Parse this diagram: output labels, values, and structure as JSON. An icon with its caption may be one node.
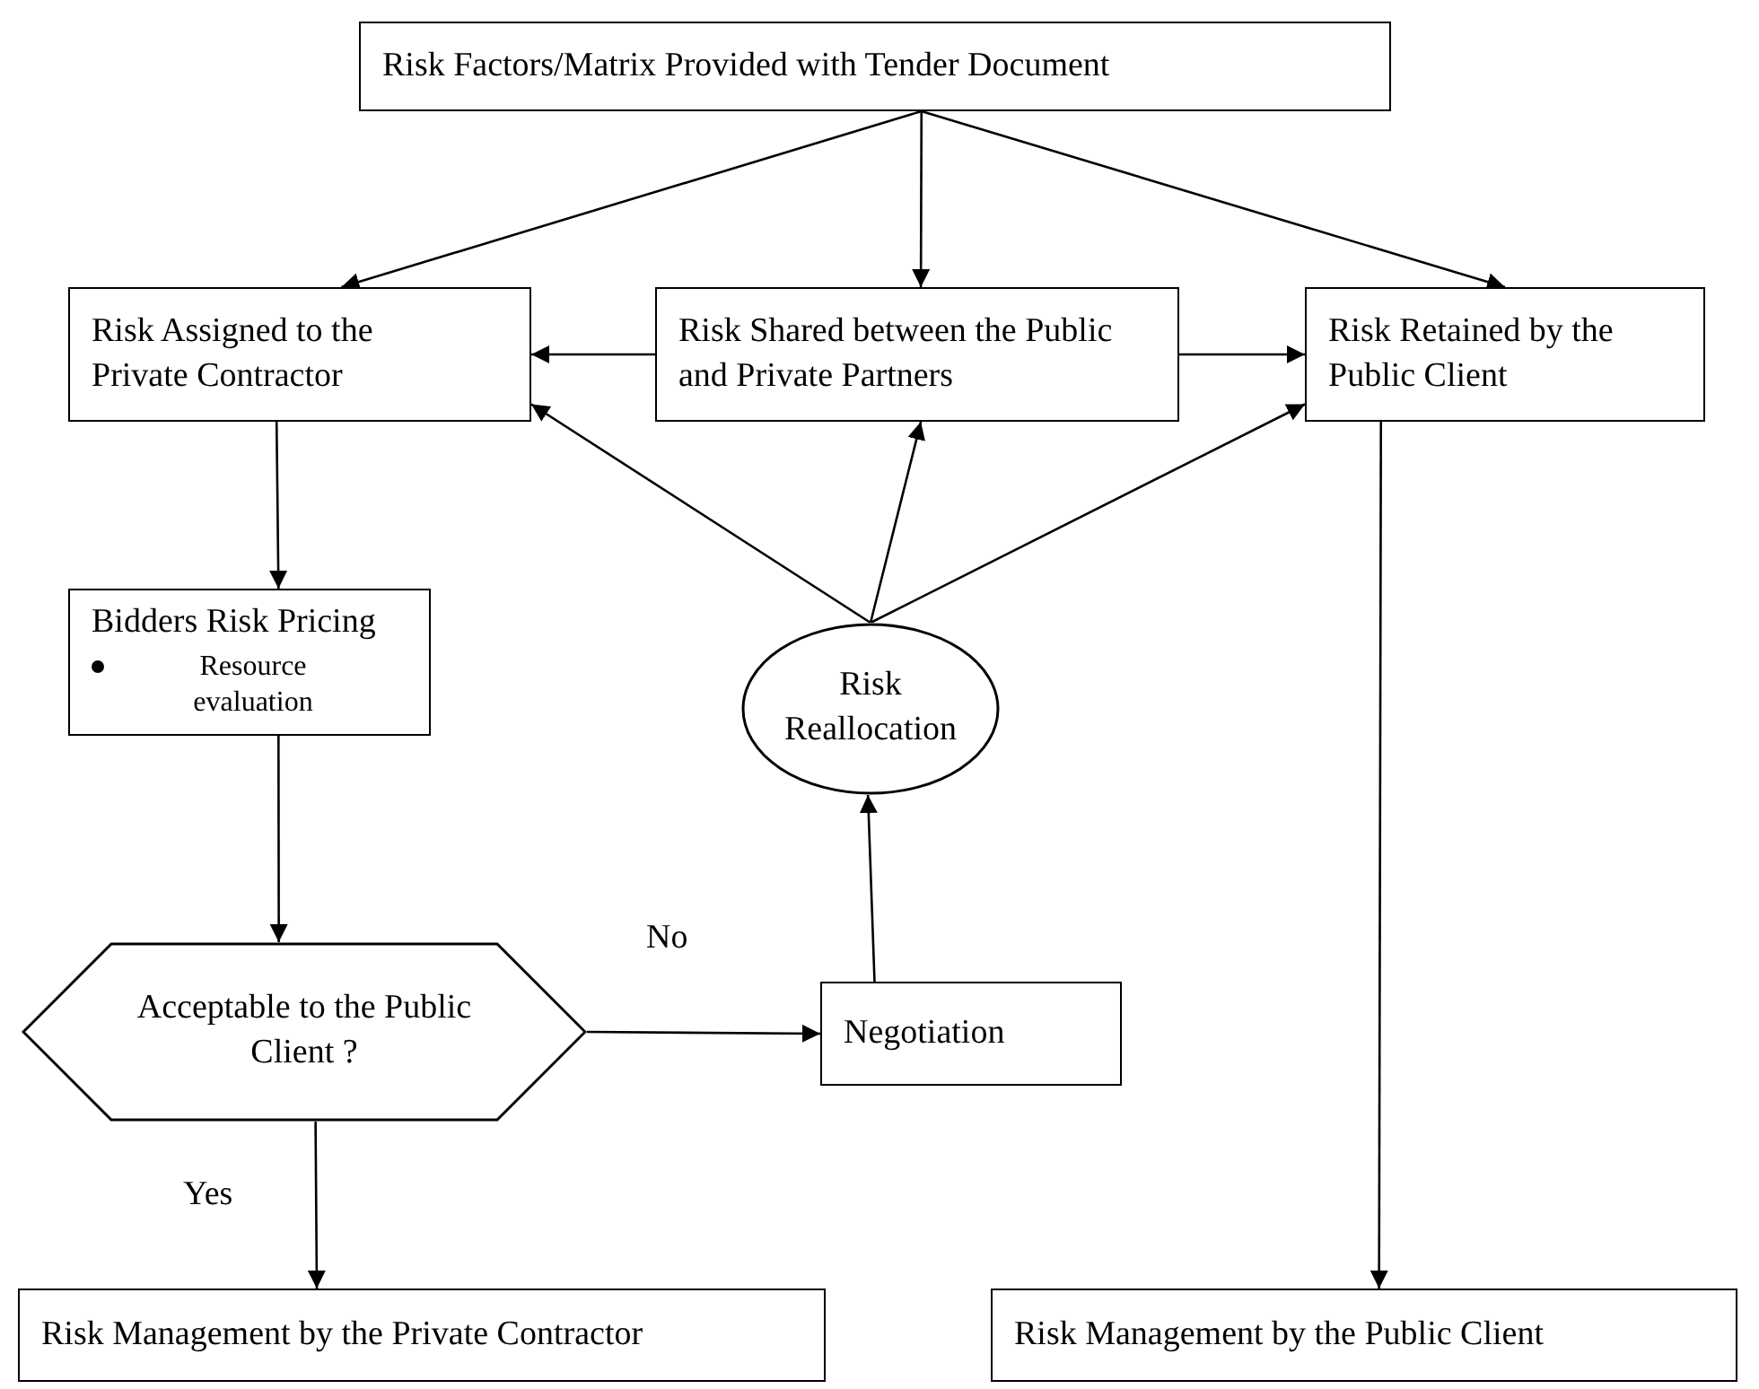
{
  "diagram": {
    "nodes": [
      {
        "text": [
          "Risk Factors/Matrix Provided with Tender Document"
        ]
      },
      {
        "text": [
          "Risk Assigned to the Private Contractor"
        ]
      },
      {
        "text": [
          "Risk Shared between the Public and Private Partners"
        ]
      },
      {
        "text": [
          "Risk Retained by the Public Client"
        ]
      },
      {
        "text": [
          "Bidders Risk Pricing",
          "Resource evaluation"
        ]
      },
      {
        "text": [
          "Risk Reallocation"
        ]
      },
      {
        "text": [
          "Acceptable to the Public Client ?"
        ]
      },
      {
        "text": [
          "Negotiation"
        ]
      },
      {
        "text": [
          "Risk Management by the Private Contractor"
        ]
      },
      {
        "text": [
          "Risk Management by the Public Client"
        ]
      }
    ],
    "edges": [
      {
        "from": 0,
        "to": 1,
        "arrow": "to"
      },
      {
        "from": 0,
        "to": 2,
        "arrow": "to"
      },
      {
        "from": 0,
        "to": 3,
        "arrow": "to"
      },
      {
        "from": 2,
        "to": 1,
        "arrow": "to"
      },
      {
        "from": 2,
        "to": 3,
        "arrow": "to"
      },
      {
        "from": 5,
        "to": 1,
        "arrow": "to"
      },
      {
        "from": 5,
        "to": 2,
        "arrow": "to"
      },
      {
        "from": 5,
        "to": 3,
        "arrow": "to"
      },
      {
        "from": 1,
        "to": 4,
        "arrow": "to"
      },
      {
        "from": 4,
        "to": 6,
        "arrow": "to"
      },
      {
        "from": 6,
        "to": 7,
        "label": "No",
        "arrow": "to"
      },
      {
        "from": 7,
        "to": 5,
        "arrow": "to"
      },
      {
        "from": 6,
        "to": 8,
        "label": "Yes",
        "arrow": "to"
      },
      {
        "from": 3,
        "to": 9,
        "arrow": "to"
      }
    ]
  }
}
